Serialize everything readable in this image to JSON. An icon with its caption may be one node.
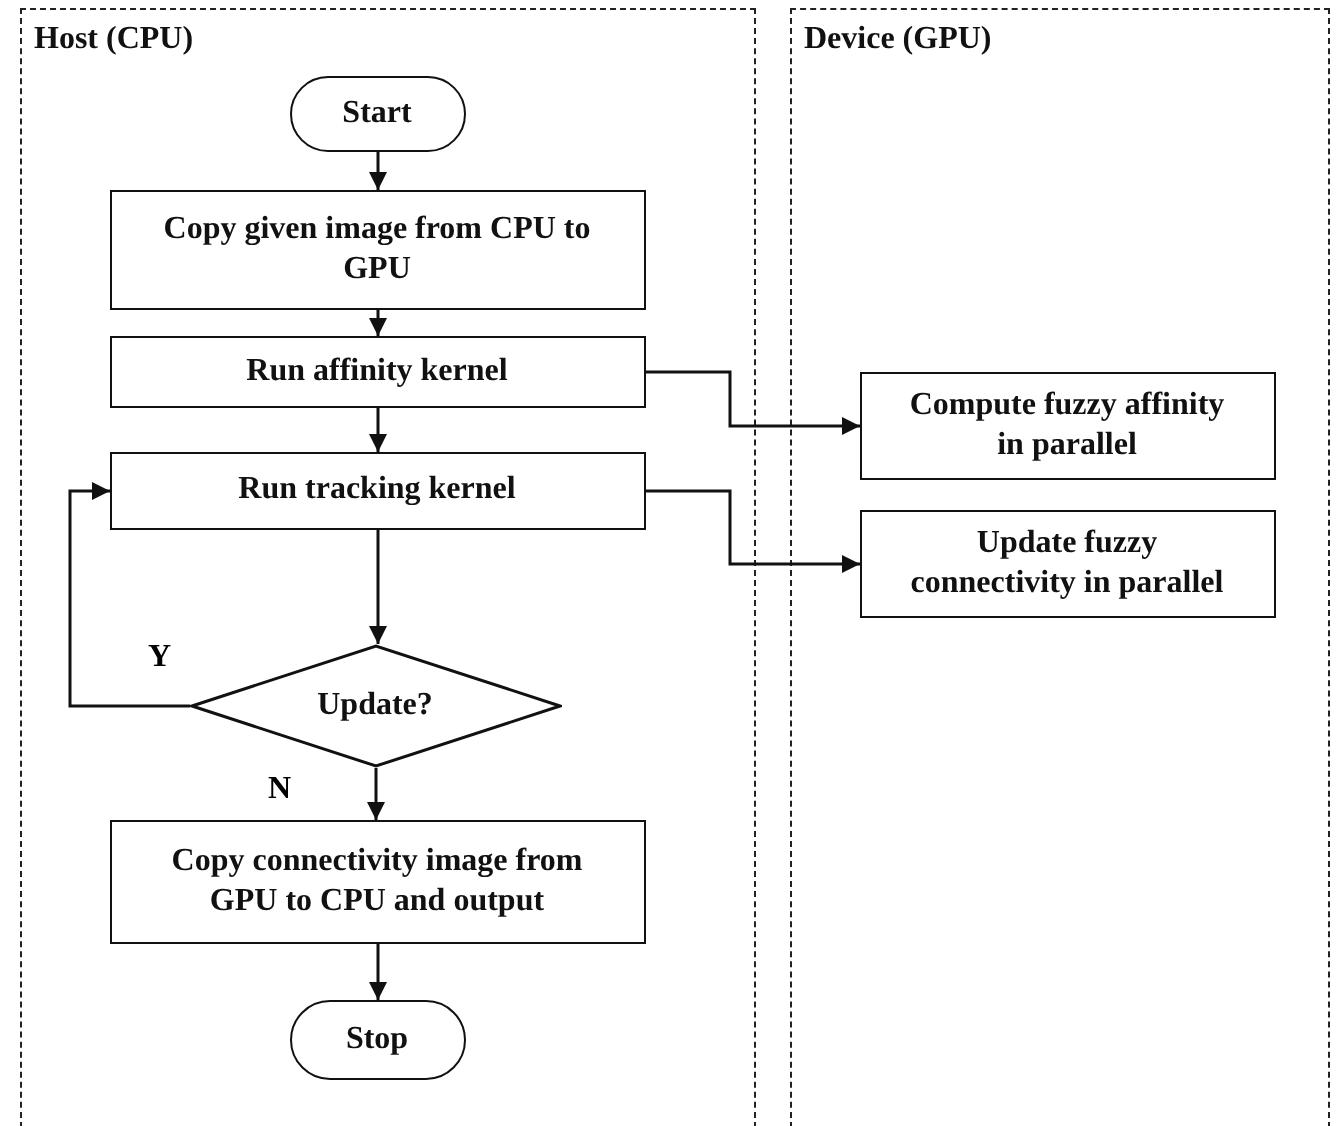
{
  "diagram": {
    "nodes": [
      {
        "text": [
          "Host (CPU)"
        ]
      },
      {
        "text": [
          "Device (GPU)"
        ]
      },
      {
        "text": [
          "Start"
        ],
        "in": 0
      },
      {
        "text": [
          "Copy given image from CPU to GPU"
        ],
        "in": 0
      },
      {
        "text": [
          "Run affinity kernel"
        ],
        "in": 0
      },
      {
        "text": [
          "Run tracking kernel"
        ],
        "in": 0
      },
      {
        "text": [
          "Update?"
        ],
        "in": 0
      },
      {
        "text": [
          "Copy connectivity image from GPU to CPU and output"
        ],
        "in": 0
      },
      {
        "text": [
          "Stop"
        ],
        "in": 0
      },
      {
        "text": [
          "Compute fuzzy affinity in parallel"
        ],
        "in": 1
      },
      {
        "text": [
          "Update fuzzy connectivity in parallel"
        ],
        "in": 1
      }
    ],
    "edges": [
      {
        "from": 2,
        "to": 3,
        "arrow": "to"
      },
      {
        "from": 3,
        "to": 4,
        "arrow": "to"
      },
      {
        "from": 4,
        "to": 5,
        "arrow": "to"
      },
      {
        "from": 4,
        "to": 9,
        "arrow": "to"
      },
      {
        "from": 5,
        "to": 10,
        "arrow": "to"
      },
      {
        "from": 5,
        "to": 6,
        "arrow": "to"
      },
      {
        "from": 6,
        "to": 5,
        "label": "Y",
        "arrow": "to"
      },
      {
        "from": 6,
        "to": 7,
        "label": "N",
        "arrow": "to"
      },
      {
        "from": 7,
        "to": 8,
        "arrow": "to"
      }
    ]
  }
}
